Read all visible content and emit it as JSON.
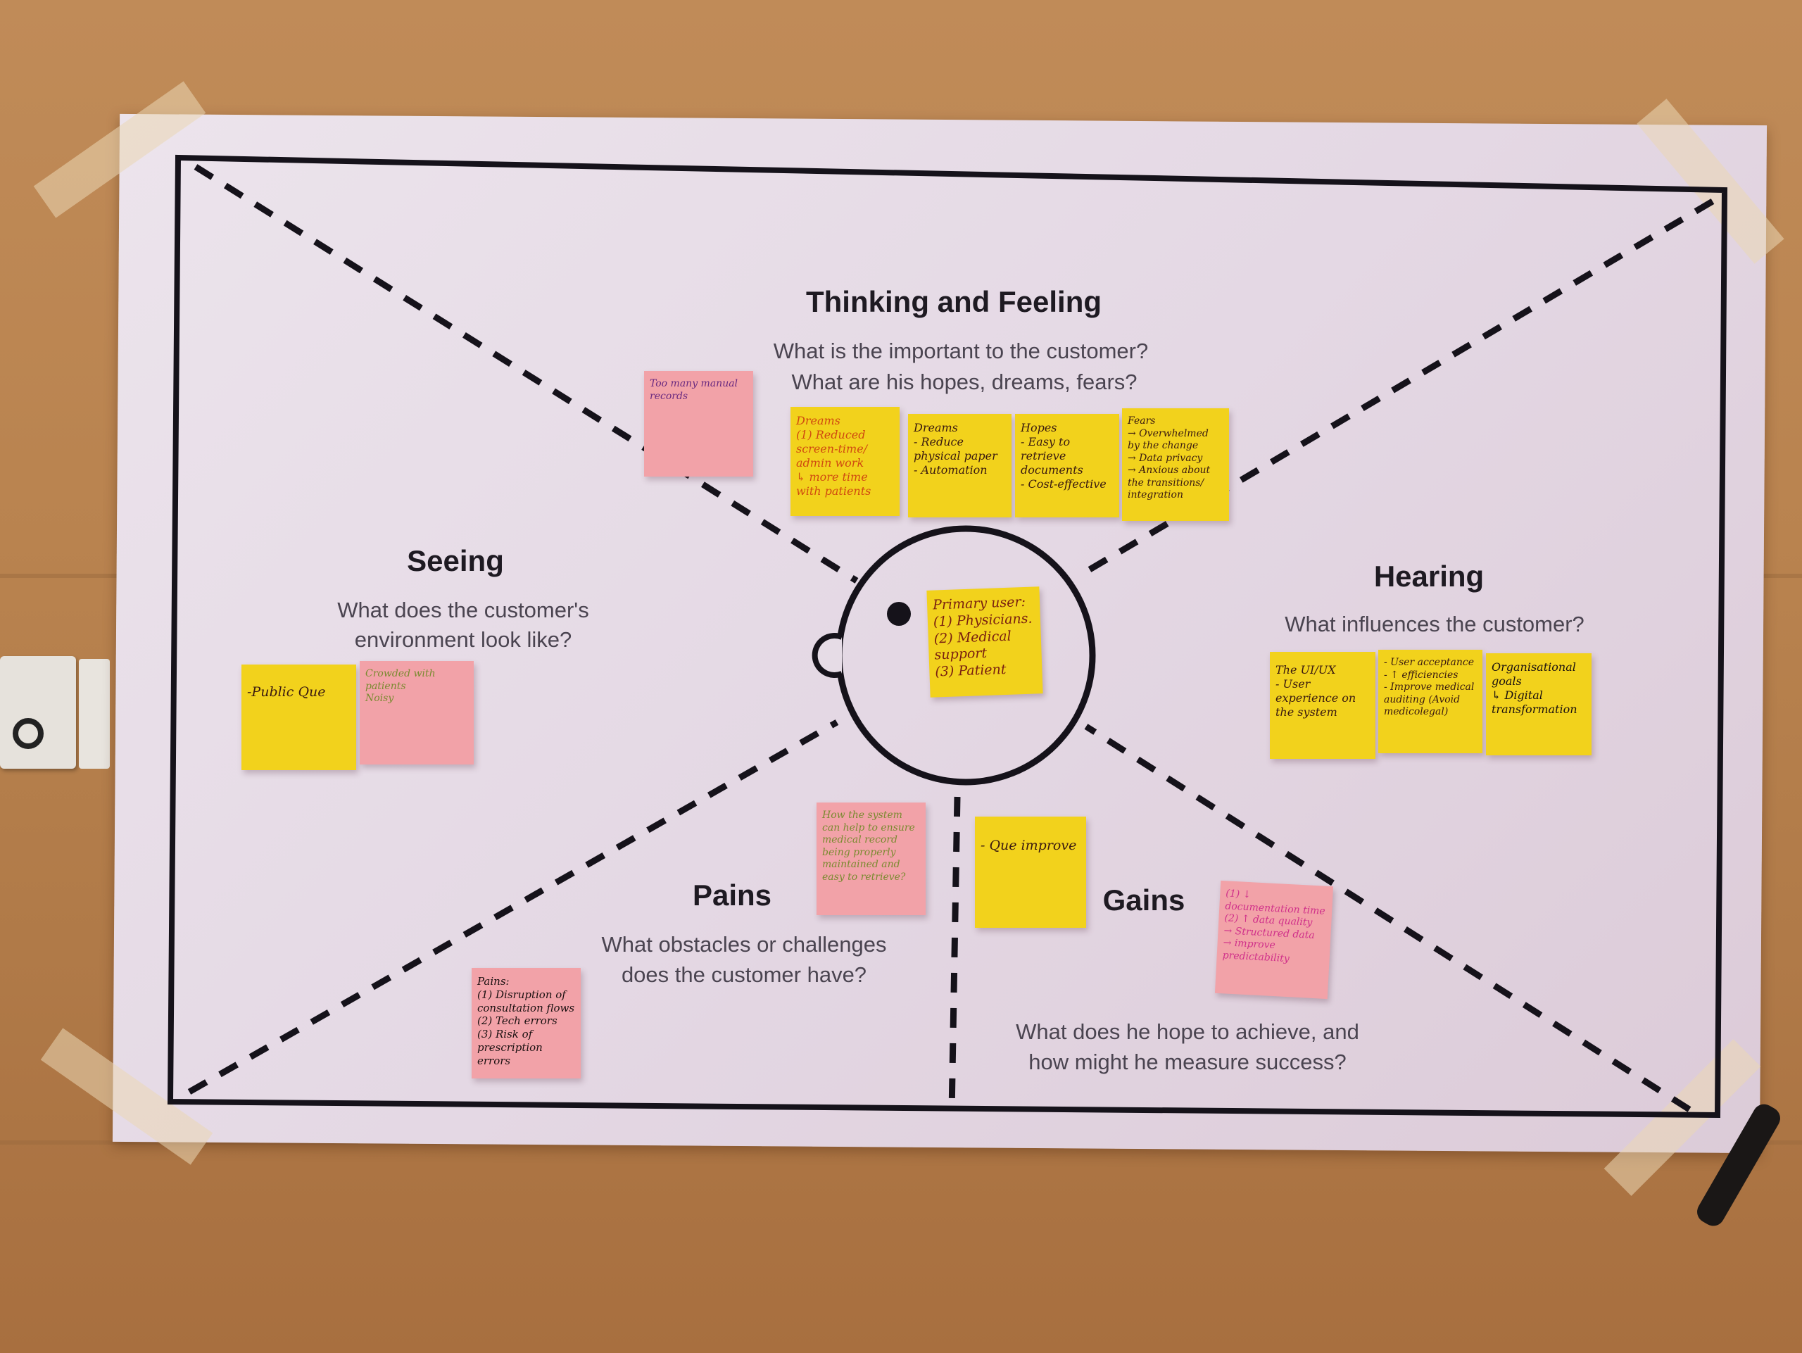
{
  "map": {
    "thinking": {
      "title": "Thinking and Feeling",
      "line1": "What is the important to the customer?",
      "line2": "What are his hopes, dreams, fears?"
    },
    "seeing": {
      "title": "Seeing",
      "line1": "What does the customer's",
      "line2": "environment look like?"
    },
    "hearing": {
      "title": "Hearing",
      "line1": "What influences the customer?"
    },
    "pains": {
      "title": "Pains",
      "line1": "What obstacles or challenges",
      "line2": "does the customer have?"
    },
    "gains": {
      "title": "Gains",
      "line1": "What does he hope to achieve, and",
      "line2": "how might he measure success?"
    }
  },
  "notes": {
    "manual_records": "Too many manual records",
    "dreams1": "Dreams\n(1) Reduced screen-time/ admin work\n↳ more time with patients",
    "dreams2": "Dreams\n- Reduce physical paper\n- Automation",
    "hopes": "Hopes\n- Easy to retrieve documents\n- Cost-effective",
    "fears": "Fears\n→ Overwhelmed by the change\n→ Data privacy\n→ Anxious about the transitions/ integration",
    "primary_user": "Primary user:\n(1) Physicians.\n(2) Medical support\n(3) Patient",
    "public_queue": "-Public Que",
    "crowded": "Crowded with patients\nNoisy",
    "uiux": "The UI/UX\n- User experience on the system",
    "acceptance": "- User acceptance\n- ↑ efficiencies\n- Improve medical auditing (Avoid medicolegal)",
    "org_goals": "Organisational goals\n↳ Digital transformation",
    "system_help": "How the system can help to ensure medical record being properly maintained and easy to retrieve?",
    "queue_improve": "- Que improve",
    "gains_note": "(1) ↓ documentation time\n(2) ↑ data quality\n→ Structured data → improve predictability",
    "pains_list": "Pains:\n(1) Disruption of consultation flows\n(2) Tech errors\n(3) Risk of prescription errors"
  },
  "colors": {
    "yellow": "#f2d21c",
    "pink": "#f2a2a8",
    "paper": "#e6dce6",
    "wood": "#b9834f"
  }
}
